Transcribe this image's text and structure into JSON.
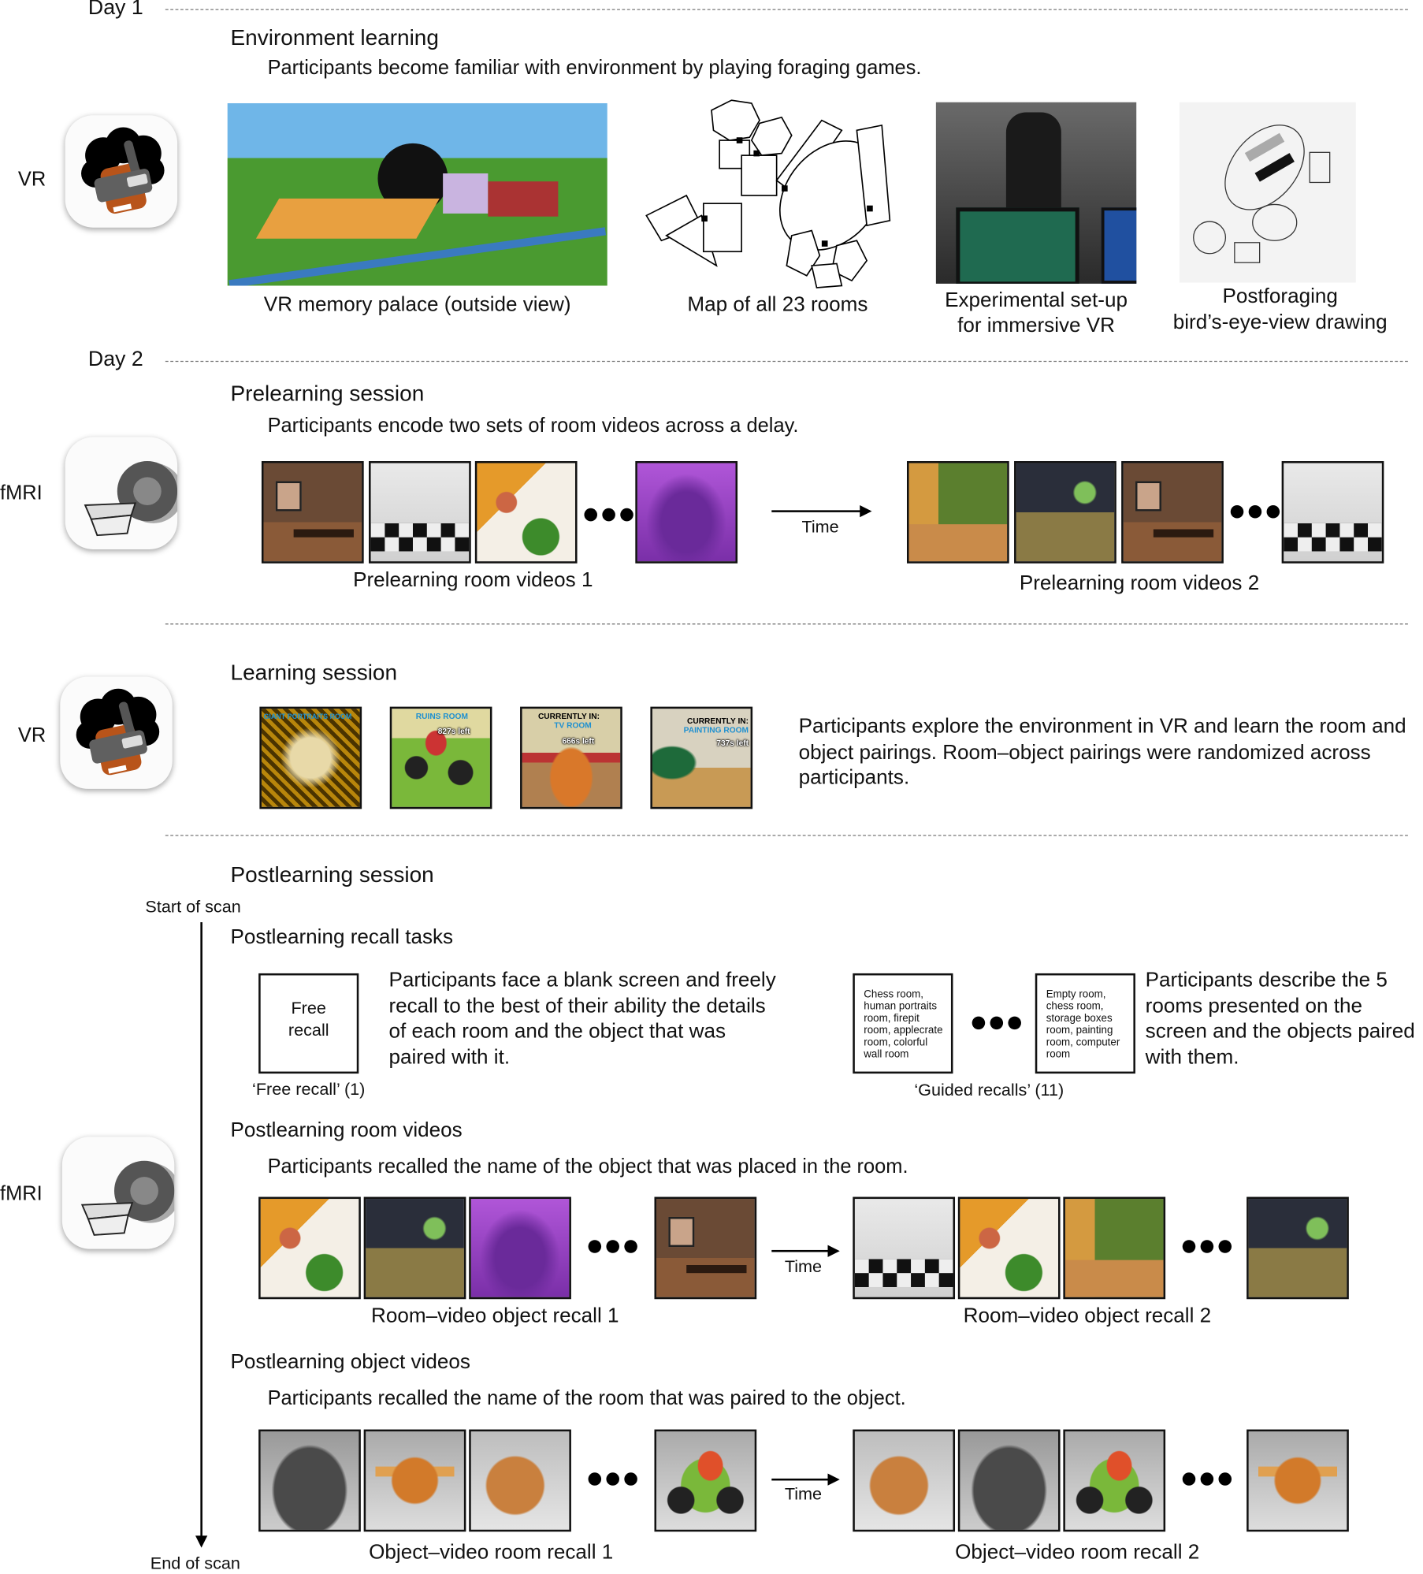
{
  "day1": {
    "label": "Day 1",
    "section_title": "Environment learning",
    "section_subtitle": "Participants become familiar with environment by playing foraging games.",
    "modality": "VR",
    "captions": {
      "palace": "VR memory palace (outside view)",
      "map": "Map of all 23 rooms",
      "setup_line1": "Experimental set-up",
      "setup_line2": "for immersive VR",
      "drawing_line1": "Postforaging",
      "drawing_line2": "bird’s-eye-view drawing"
    }
  },
  "day2": {
    "label": "Day 2",
    "prelearning": {
      "title": "Prelearning session",
      "subtitle": "Participants encode two sets of room videos across a delay.",
      "modality": "fMRI",
      "time_label": "Time",
      "caption1": "Prelearning room videos 1",
      "caption2": "Prelearning room videos 2"
    },
    "learning": {
      "title": "Learning session",
      "modality": "VR",
      "description": "Participants explore the environment in VR and learn the room and object pairings. Room–object pairings were randomized across participants.",
      "hud": {
        "currently_in": "CURRENTLY IN:",
        "rooms": [
          "GIANT PORTRAITS ROOM",
          "RUINS ROOM",
          "TV ROOM",
          "PAINTING ROOM"
        ],
        "timers": [
          "827s left",
          "666s left",
          "737s left"
        ]
      }
    },
    "postlearning": {
      "title": "Postlearning session",
      "modality": "fMRI",
      "start_of_scan": "Start of scan",
      "end_of_scan": "End of scan",
      "recall_tasks": {
        "title": "Postlearning recall tasks",
        "free_recall_box": "Free\nrecall",
        "free_recall_description": "Participants face a blank screen and freely recall to the best of their ability the details of each room and the object that was paired with it.",
        "free_recall_caption": "‘Free recall’ (1)",
        "guided_box1": "Chess room,\nhuman portraits\nroom, firepit\nroom, applecrate\nroom, colorful\nwall room",
        "guided_box2": "Empty room,\nchess room,\nstorage boxes\nroom, painting\nroom, computer\nroom",
        "guided_description": "Participants describe the 5 rooms presented on the screen and the objects paired with them.",
        "guided_caption": "‘Guided recalls’ (11)"
      },
      "room_videos": {
        "title": "Postlearning room videos",
        "subtitle": "Participants recalled the name of the object that was placed in the room.",
        "time_label": "Time",
        "caption1": "Room–video object recall 1",
        "caption2": "Room–video object recall 2"
      },
      "object_videos": {
        "title": "Postlearning object videos",
        "subtitle": "Participants recalled the name of the room that was paired to the object.",
        "time_label": "Time",
        "caption1": "Object–video room recall 1",
        "caption2": "Object–video room recall 2"
      }
    }
  }
}
